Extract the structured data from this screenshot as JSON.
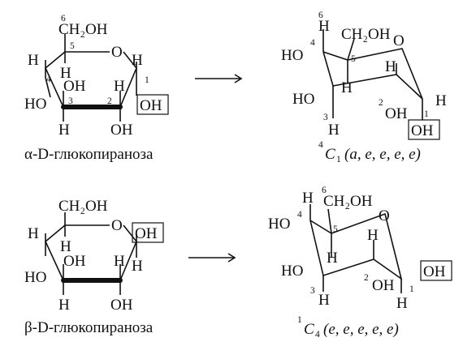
{
  "captions": {
    "alpha": "α-D-глюкопираноза",
    "beta": "β-D-глюкопираноза"
  },
  "alpha_haworth": {
    "n6": "6",
    "ch2oh": "CH₂OH",
    "n5": "5",
    "o": "O",
    "h4": "H",
    "h5": "H",
    "h1": "H",
    "n1": "1",
    "n4": "4",
    "oh3": "OH",
    "h2": "H",
    "n3": "3",
    "n2": "2",
    "ho4": "HO",
    "oh1": "OH",
    "h3": "H",
    "oh2": "OH"
  },
  "chair_4c1": {
    "n6": "6",
    "h6": "H",
    "n4": "4",
    "ch2oh": "CH₂OH",
    "o": "O",
    "ho4": "HO",
    "n5": "5",
    "h2": "H",
    "h5": "H",
    "ho3": "HO",
    "n2": "2",
    "h1": "H",
    "oh2": "OH",
    "n3": "3",
    "n1": "1",
    "h3": "H",
    "oh1": "OH"
  },
  "conformation_top": {
    "pre": "4",
    "letter": "C",
    "sub": "1",
    "rest": "(a, e, e, e, e)"
  },
  "beta_haworth": {
    "ch2oh": "CH₂OH",
    "o": "O",
    "oh1": "OH",
    "h4": "H",
    "h5": "H",
    "oh3": "OH",
    "h2": "H",
    "h1": "H",
    "ho4": "HO",
    "h3": "H",
    "oh2": "OH"
  },
  "chair_1c4": {
    "n6": "6",
    "h6": "H",
    "ch2oh": "CH₂OH",
    "n4": "4",
    "o": "O",
    "ho4": "HO",
    "n5": "5",
    "h2": "H",
    "h5": "H",
    "ho3": "HO",
    "n2": "2",
    "oh1": "OH",
    "oh2": "OH",
    "n3": "3",
    "n1": "1",
    "h3": "H",
    "h1": "H"
  },
  "conformation_bottom": {
    "pre": "1",
    "letter": "C",
    "sub": "4",
    "rest": "(e, e, e, e, e)"
  }
}
